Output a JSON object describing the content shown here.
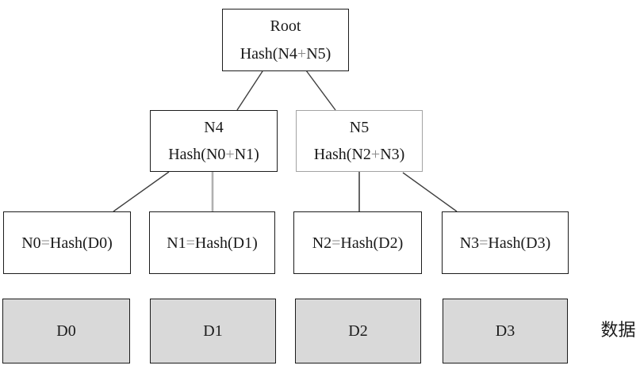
{
  "diagram": {
    "type": "merkle-tree",
    "root": {
      "title": "Root",
      "subtitle": "Hash(N4+N5)"
    },
    "level1": [
      {
        "id": "n4",
        "title": "N4",
        "subtitle": "Hash(N0+N1)"
      },
      {
        "id": "n5",
        "title": "N5",
        "subtitle": "Hash(N2+N3)"
      }
    ],
    "level2": [
      {
        "id": "n0",
        "label": "N0=Hash(D0)"
      },
      {
        "id": "n1",
        "label": "N1=Hash(D1)"
      },
      {
        "id": "n2",
        "label": "N2=Hash(D2)"
      },
      {
        "id": "n3",
        "label": "N3=Hash(D3)"
      }
    ],
    "data_blocks": [
      {
        "id": "d0",
        "label": "D0"
      },
      {
        "id": "d1",
        "label": "D1"
      },
      {
        "id": "d2",
        "label": "D2"
      },
      {
        "id": "d3",
        "label": "D3"
      }
    ],
    "annotation": "数据",
    "colors": {
      "box_border": "#1c1c1c",
      "n5_border": "#a3a3a3",
      "data_fill": "#d9d9d9",
      "edge_dark": "#3f3f3f",
      "edge_gray": "#b0b0b0",
      "text": "#1a1a1a",
      "operator_gray": "#8a8a8a"
    }
  }
}
